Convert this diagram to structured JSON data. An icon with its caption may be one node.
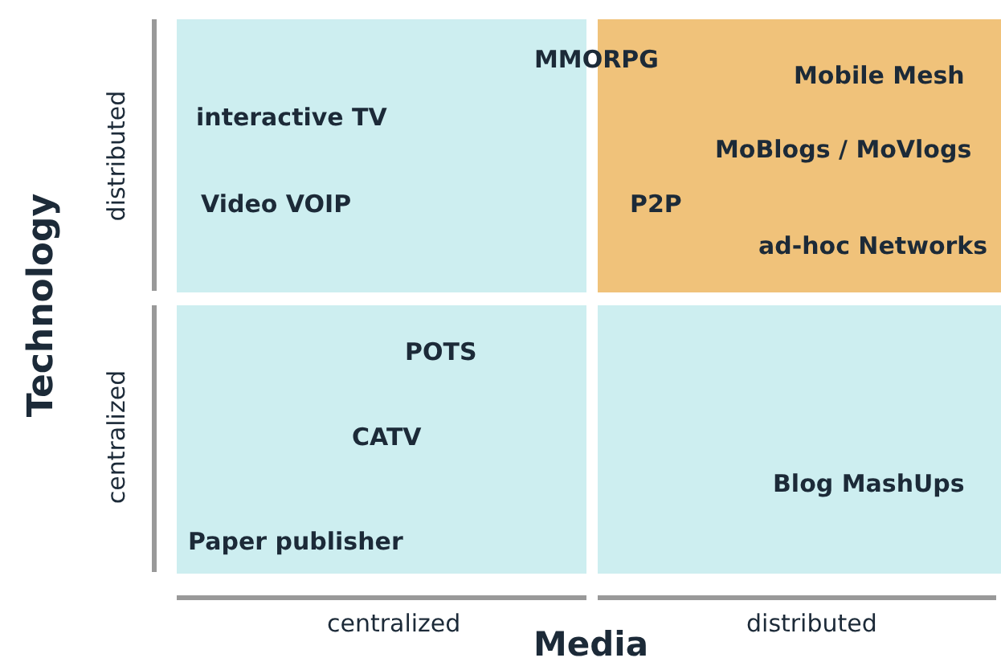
{
  "diagram": {
    "nodes": [
      {
        "text": [
          "interactive TV",
          "Video VOIP"
        ]
      },
      {
        "text": [
          "Mobile Mesh",
          "MoBlogs / MoVlogs",
          "P2P",
          "ad-hoc Networks"
        ]
      },
      {
        "text": [
          "POTS",
          "CATV",
          "Paper publisher"
        ]
      },
      {
        "text": [
          "Blog MashUps"
        ]
      }
    ],
    "labels": [
      "MMORPG",
      "Technology",
      "distributed",
      "centralized",
      "centralized",
      "distributed",
      "Media"
    ]
  }
}
